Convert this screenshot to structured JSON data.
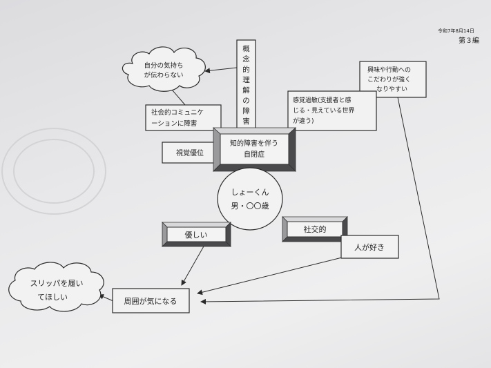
{
  "header": {
    "date": "令和7年8月14日",
    "page_label": "第３編"
  },
  "nodes": {
    "gainen": [
      "概",
      "念",
      "的",
      "理",
      "解",
      "の",
      "障",
      "害"
    ],
    "jibun": [
      "自分の気持ち",
      "が伝わらない"
    ],
    "kyomi": [
      "興味や行動への",
      "こだわりが強く",
      "なりやすい"
    ],
    "shakai": [
      "社会的コミュニケ",
      "ーションに障害"
    ],
    "kankaku": [
      "感覚過敏(支援者と感",
      "じる・見えている世界",
      "が違う)"
    ],
    "shikaku": "視覚優位",
    "chiteki": [
      "知的障害を伴う",
      "自閉症"
    ],
    "center": [
      "しょーくん",
      "男・〇〇歳"
    ],
    "yasashii": "優しい",
    "shakouteki": "社交的",
    "hitogasuki": "人が好き",
    "surippa": [
      "スリッパを履い",
      "てほしい"
    ],
    "shui": "周囲が気になる"
  }
}
